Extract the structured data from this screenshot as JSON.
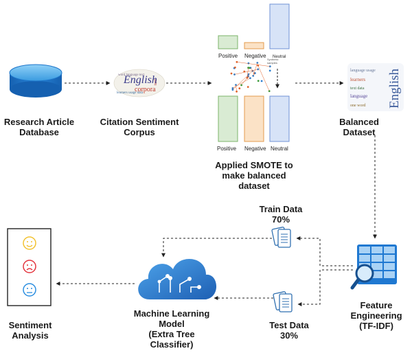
{
  "labels": {
    "research_db": "Research Article\nDatabase",
    "corpus": "Citation Sentiment\nCorpus",
    "smote": "Applied SMOTE to\nmake balanced\ndataset",
    "balanced": "Balanced\nDataset",
    "train": "Train Data\n70%",
    "test": "Test Data\n30%",
    "feature": "Feature\nEngineering\n(TF-IDF)",
    "ml_model": "Machine Learning\nModel\n(Extra Tree\nClassifier)",
    "sentiment": "Sentiment\nAnalysis"
  },
  "imbalanced_chart": {
    "positive": "Positive",
    "negative": "Negative",
    "neutral": "Neutral"
  },
  "balanced_chart": {
    "positive": "Positive",
    "negative": "Negative",
    "neutral": "Neutral"
  },
  "smote_note": "Synthetic\nsamples",
  "word_cloud": {
    "corpus_words": [
      "English",
      "corpora"
    ],
    "balanced_word": "English"
  },
  "colors": {
    "positive_fill": "#d9ebd3",
    "positive_stroke": "#7bb36a",
    "negative_fill": "#fbe2c6",
    "negative_stroke": "#e39b4d",
    "neutral_fill": "#d7e3f7",
    "neutral_stroke": "#6f92d6",
    "db_blue": "#1c74c9",
    "happy": "#f2c230",
    "sad": "#e3343d",
    "neutral_face": "#2b8ee0",
    "cloud": "#2e7fd2"
  }
}
